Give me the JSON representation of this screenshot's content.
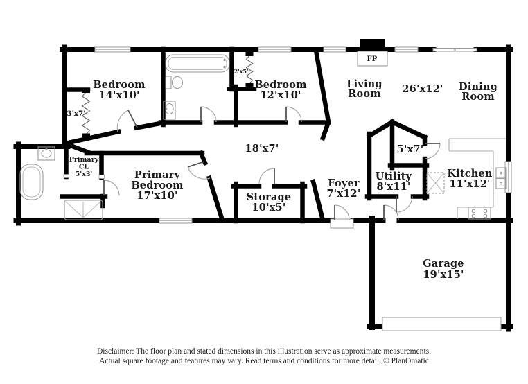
{
  "floor_plan": {
    "rooms": {
      "bedroom1": {
        "name": "Bedroom",
        "dim": "14'x10'"
      },
      "bedroom2": {
        "name": "Bedroom",
        "dim": "12'x10'"
      },
      "living": {
        "line1": "Living",
        "line2": "Room"
      },
      "living_dining_dim": "26'x12'",
      "dining": {
        "line1": "Dining",
        "line2": "Room"
      },
      "primary_bedroom": {
        "line1": "Primary",
        "line2": "Bedroom",
        "dim": "17'x10'"
      },
      "primary_closet": {
        "line1": "Primary",
        "line2": "CL",
        "dim": "5'x3'"
      },
      "storage": {
        "name": "Storage",
        "dim": "10'x5'"
      },
      "foyer": {
        "name": "Foyer",
        "dim": "7'x12'"
      },
      "utility": {
        "name": "Utility",
        "dim": "8'x11'"
      },
      "utility_closet_dim": "5'x7'",
      "kitchen": {
        "name": "Kitchen",
        "dim": "11'x12'"
      },
      "garage": {
        "name": "Garage",
        "dim": "19'x15'"
      },
      "hallway_dim": "18'x7'",
      "closet_3x7_dim": "3'x7'",
      "closet_2x5_dim": "2'x5'",
      "fireplace_label": "FP"
    },
    "disclaimer": {
      "line1": "Disclaimer: The floor plan and stated dimensions in this illustration serve as approximate measurements.",
      "line2": "Actual square footage and features may vary. Read terms and conditions for more detail. © PlanOmatic"
    },
    "colors": {
      "wall_color": "#000000",
      "fixture_line_color": "#9a9a9a",
      "door_arc_color": "#aaaaaa",
      "text_color": "#1a1a1a",
      "background_color": "#ffffff"
    }
  }
}
